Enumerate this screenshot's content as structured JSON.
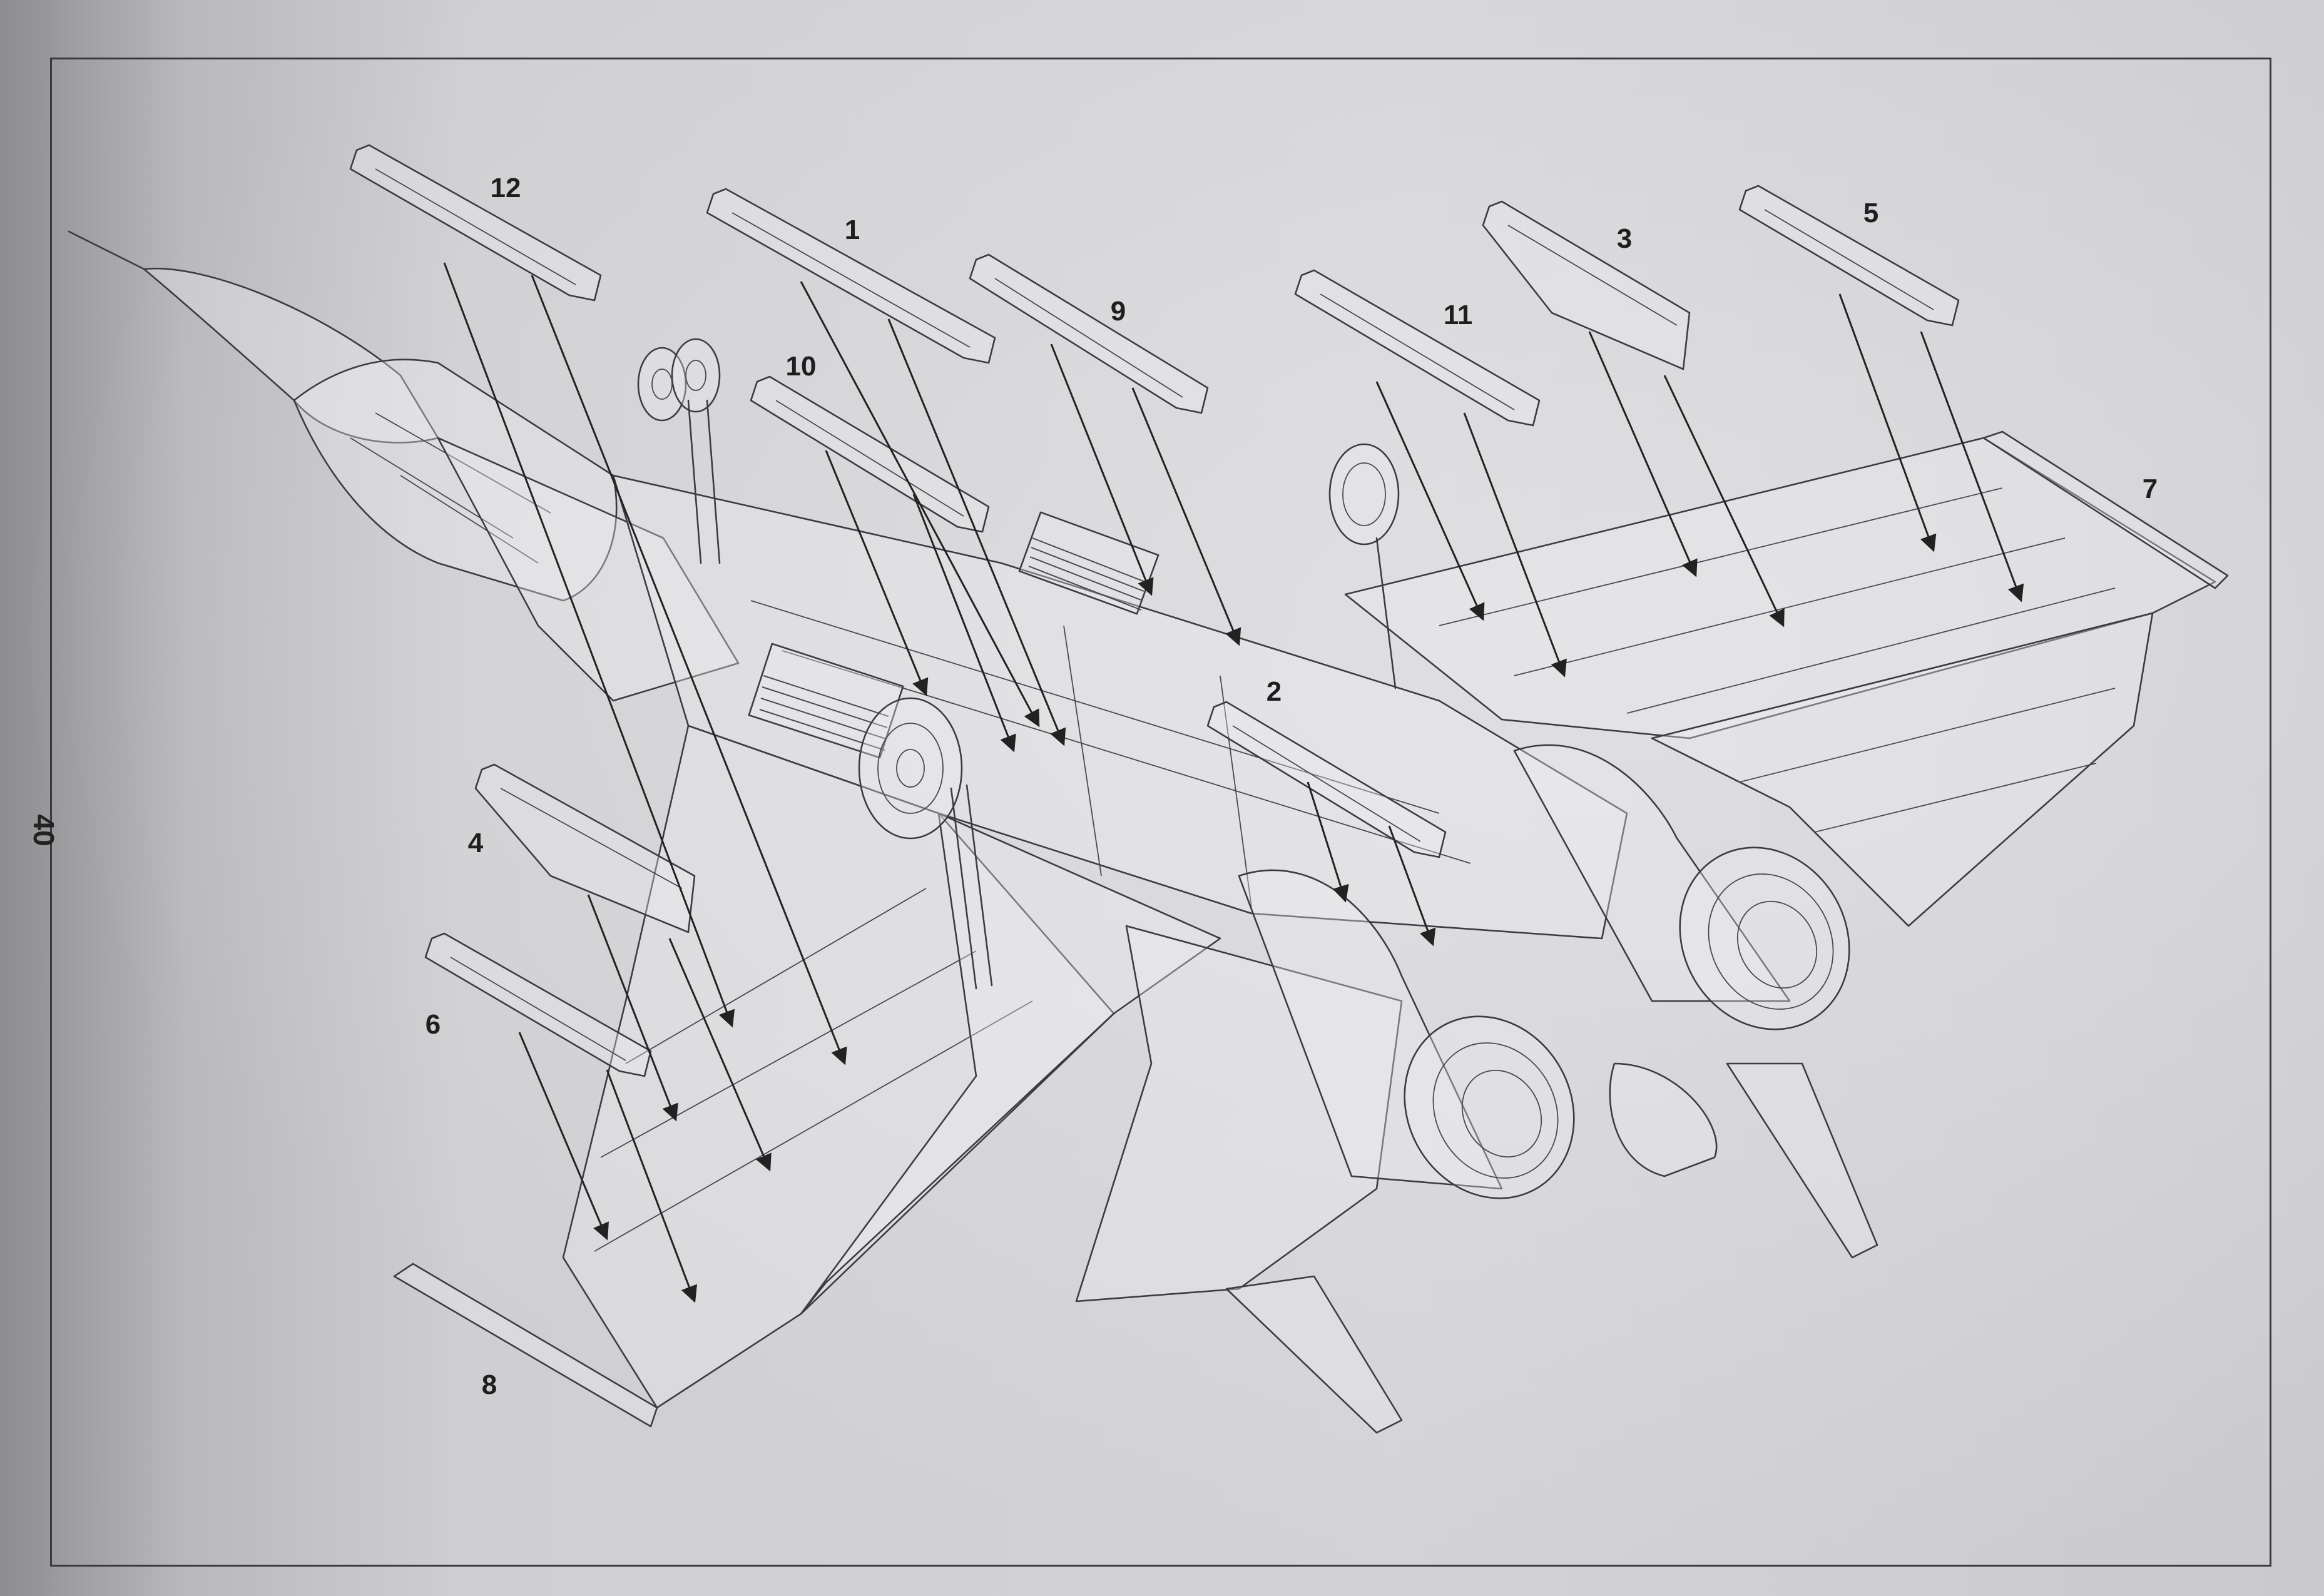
{
  "page": {
    "number": "40"
  },
  "callouts": [
    "1",
    "2",
    "3",
    "4",
    "5",
    "6",
    "7",
    "8",
    "9",
    "10",
    "11",
    "12"
  ],
  "colors": {
    "line": "#3c3c40",
    "paper": "#d3d3d6",
    "text": "#1e1e1e"
  }
}
